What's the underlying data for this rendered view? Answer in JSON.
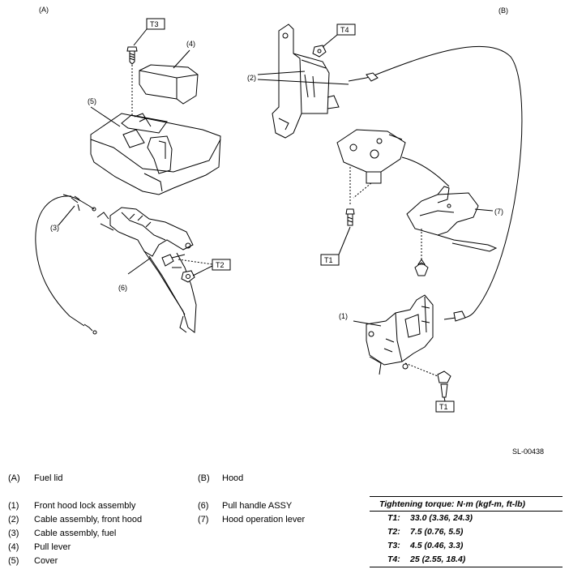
{
  "views": {
    "a": "(A)",
    "b": "(B)"
  },
  "callouts": {
    "c1": "(1)",
    "c2": "(2)",
    "c3": "(3)",
    "c4": "(4)",
    "c5": "(5)",
    "c6": "(6)",
    "c7": "(7)"
  },
  "torque_tags": {
    "t1_upper": "T1",
    "t1_lower": "T1",
    "t2": "T2",
    "t3": "T3",
    "t4": "T4"
  },
  "figure_code": "SL-00438",
  "legend_views": [
    {
      "key": "(A)",
      "text": "Fuel lid"
    },
    {
      "key": "(B)",
      "text": "Hood"
    }
  ],
  "legend_parts_left": [
    {
      "key": "(1)",
      "text": "Front hood lock assembly"
    },
    {
      "key": "(2)",
      "text": "Cable assembly, front hood"
    },
    {
      "key": "(3)",
      "text": "Cable assembly, fuel"
    },
    {
      "key": "(4)",
      "text": "Pull lever"
    },
    {
      "key": "(5)",
      "text": "Cover"
    }
  ],
  "legend_parts_right": [
    {
      "key": "(6)",
      "text": "Pull handle ASSY"
    },
    {
      "key": "(7)",
      "text": "Hood operation lever"
    }
  ],
  "torque": {
    "header": "Tightening torque: N·m (kgf-m, ft-lb)",
    "rows": [
      {
        "key": "T1:",
        "value": "33.0 (3.36, 24.3)"
      },
      {
        "key": "T2:",
        "value": "7.5 (0.76, 5.5)"
      },
      {
        "key": "T3:",
        "value": "4.5 (0.46, 3.3)"
      },
      {
        "key": "T4:",
        "value": "25 (2.55, 18.4)"
      }
    ]
  }
}
